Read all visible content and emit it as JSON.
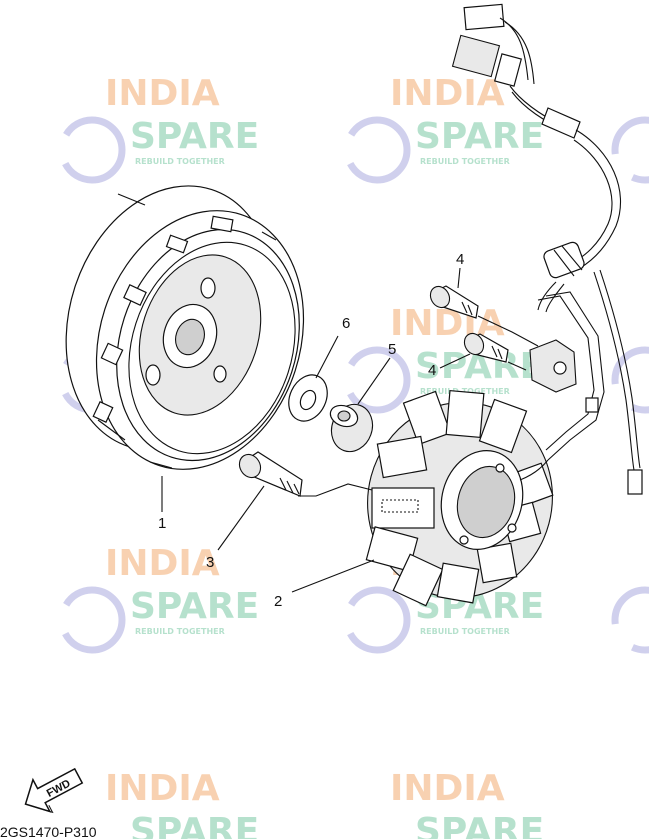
{
  "diagram": {
    "code": "2GS1470-P310",
    "fwd_label": "FWD",
    "callouts": [
      "1",
      "2",
      "3",
      "4",
      "4",
      "5",
      "6"
    ]
  },
  "watermark": {
    "line1": "INDIA",
    "line2": "SPARE",
    "tagline": "REBUILD TOGETHER",
    "colors": {
      "orange": "#f7c9a3",
      "green": "#a9dcc4",
      "blue": "#c8c8ea"
    }
  }
}
